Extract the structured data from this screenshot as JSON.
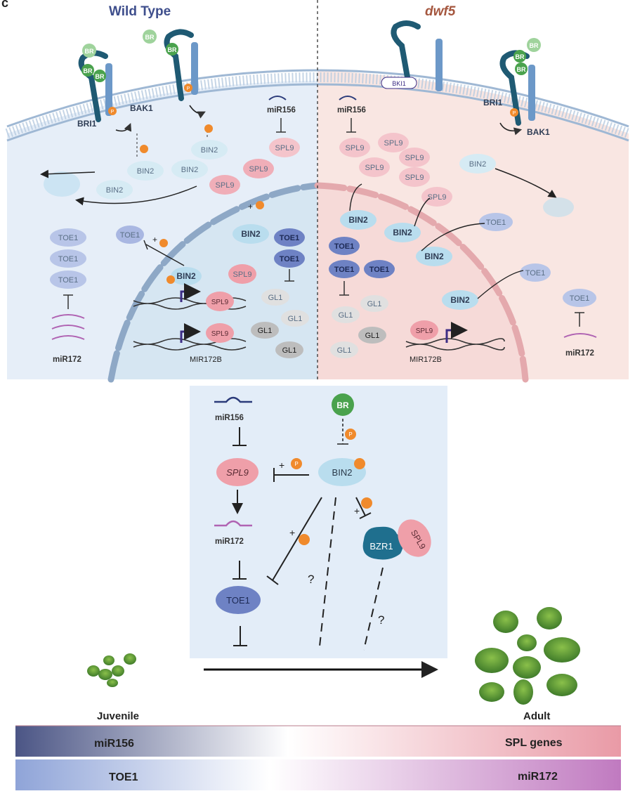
{
  "panel_letter": "c",
  "headers": {
    "left": "Wild Type",
    "right": "dwf5"
  },
  "labels": {
    "br": "BR",
    "p": "P",
    "bri1": "BRI1",
    "bak1": "BAK1",
    "bki1": "BKI1",
    "bin2": "BIN2",
    "spl9": "SPL9",
    "toe1": "TOE1",
    "gl1": "GL1",
    "bzr1": "BZR1",
    "mir156": "miR156",
    "mir172": "miR172",
    "mir172b": "MIR172B",
    "plus": "+",
    "question": "?"
  },
  "stages": {
    "juvenile": "Juvenile",
    "adult": "Adult"
  },
  "gradients": {
    "top_left": "miR156",
    "top_right": "SPL genes",
    "bottom_left": "TOE1",
    "bottom_right": "miR172"
  },
  "colors": {
    "wt_bg": "#e6eef8",
    "dwf5_bg": "#f9e6e2",
    "nucleus_wt": "#d6e6f2",
    "nucleus_dwf": "#f6dad8",
    "membrane": "#8aa7c7",
    "receptor_dark": "#1f5a73",
    "receptor_light": "#6c98c8",
    "br_green": "#4aa24d",
    "br_light": "#9fd39c",
    "phospho": "#f08a2c",
    "bin2": "#b9ddee",
    "spl9": "#ef9fa9",
    "toe1": "#7c8ec8",
    "gl1": "#cfcfcf",
    "bzr1": "#1f6f8e",
    "mir156": "#2b3b7a",
    "mir172": "#b064b3",
    "dna": "#333333",
    "promoter_arrow": "#3d2e85"
  }
}
